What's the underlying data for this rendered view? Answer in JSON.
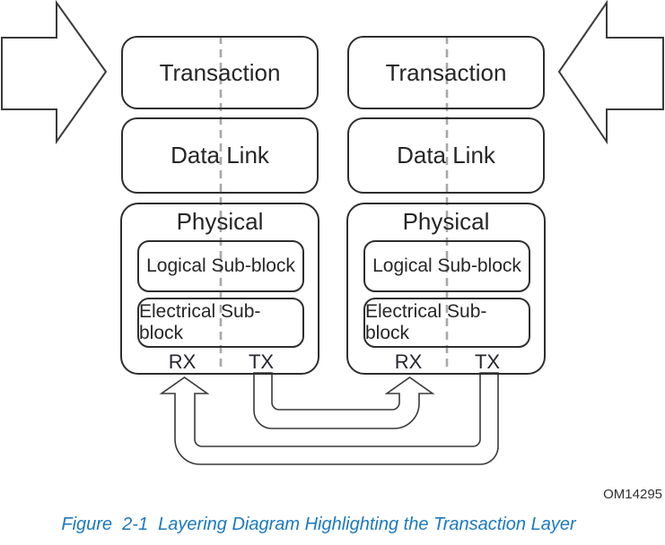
{
  "figure": {
    "caption": "Figure  2-1  Layering Diagram Highlighting the Transaction Layer",
    "plate_id": "OM14295"
  },
  "colors": {
    "background": "#ffffff",
    "box_border": "#2e2e2e",
    "arrow_line": "#3a3a3a",
    "dashed_line": "#a8a8a8",
    "caption_text": "#1b79c0",
    "label_text": "#262626"
  },
  "icons": {
    "left_inbound": "block-arrow-pointing-right",
    "right_inbound": "block-arrow-pointing-left",
    "link_arrow_a": "u-shaped-tube-arrow-left-tx-to-right-rx",
    "link_arrow_b": "u-shaped-tube-arrow-right-tx-to-left-rx"
  },
  "stacks": [
    {
      "transaction_label": "Transaction",
      "data_link_label": "Data Link",
      "physical_label": "Physical",
      "logical_subblock_label": "Logical Sub-block",
      "electrical_subblock_label": "Electrical Sub-block",
      "rx_label": "RX",
      "tx_label": "TX"
    },
    {
      "transaction_label": "Transaction",
      "data_link_label": "Data Link",
      "physical_label": "Physical",
      "logical_subblock_label": "Logical Sub-block",
      "electrical_subblock_label": "Electrical Sub-block",
      "rx_label": "RX",
      "tx_label": "TX"
    }
  ]
}
